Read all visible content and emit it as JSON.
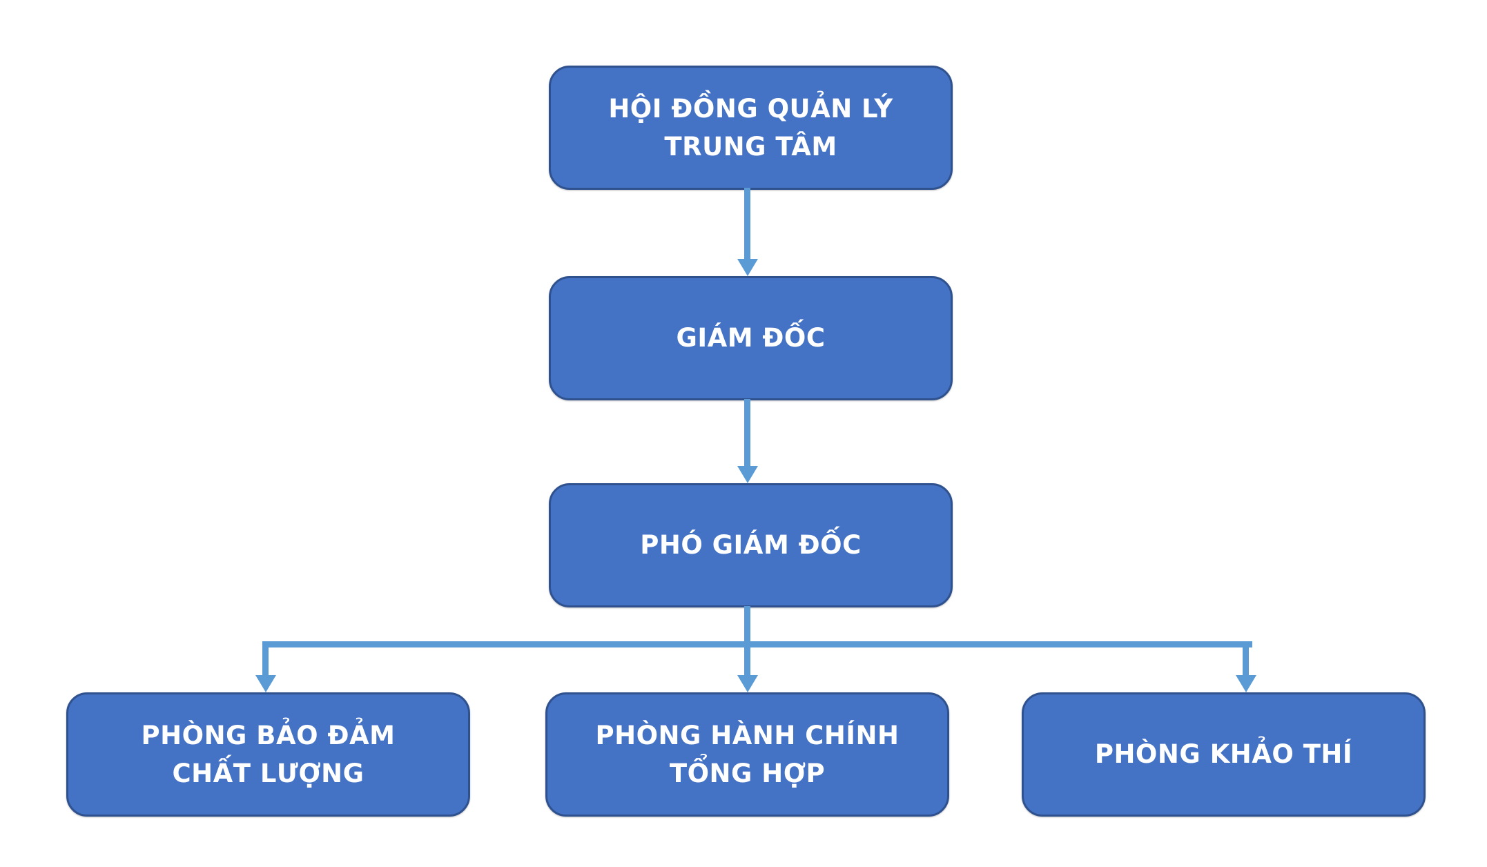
{
  "diagram": {
    "type": "org-chart",
    "title": "",
    "nodes": {
      "board": {
        "label": "HỘI ĐỒNG QUẢN LÝ TRUNG TÂM",
        "line1": "HỘI ĐỒNG QUẢN LÝ",
        "line2": "TRUNG TÂM",
        "level": 1
      },
      "director": {
        "label": "GIÁM ĐỐC",
        "line1": "GIÁM ĐỐC",
        "level": 2
      },
      "deputy": {
        "label": "PHÓ GIÁM ĐỐC",
        "line1": "PHÓ GIÁM ĐỐC",
        "level": 3
      },
      "quality": {
        "label": "PHÒNG BẢO ĐẢM CHẤT LƯỢNG",
        "line1": "PHÒNG BẢO ĐẢM",
        "line2": "CHẤT LƯỢNG",
        "level": 4
      },
      "admin": {
        "label": "PHÒNG HÀNH CHÍNH TỔNG HỢP",
        "line1": "PHÒNG HÀNH CHÍNH",
        "line2": "TỔNG HỢP",
        "level": 4
      },
      "testing": {
        "label": "PHÒNG KHẢO THÍ",
        "line1": "PHÒNG KHẢO THÍ",
        "level": 4
      }
    },
    "edges": [
      {
        "from": "board",
        "to": "director",
        "style": "arrow-down"
      },
      {
        "from": "director",
        "to": "deputy",
        "style": "arrow-down"
      },
      {
        "from": "deputy",
        "to": "quality",
        "style": "elbow-arrow-down"
      },
      {
        "from": "deputy",
        "to": "admin",
        "style": "elbow-arrow-down"
      },
      {
        "from": "deputy",
        "to": "testing",
        "style": "elbow-arrow-down"
      }
    ]
  },
  "colors": {
    "node_fill": "#4472C4",
    "node_border": "#2F528F",
    "connector": "#5B9BD5",
    "node_text": "#FFFFFF",
    "background": "#FFFFFF"
  }
}
